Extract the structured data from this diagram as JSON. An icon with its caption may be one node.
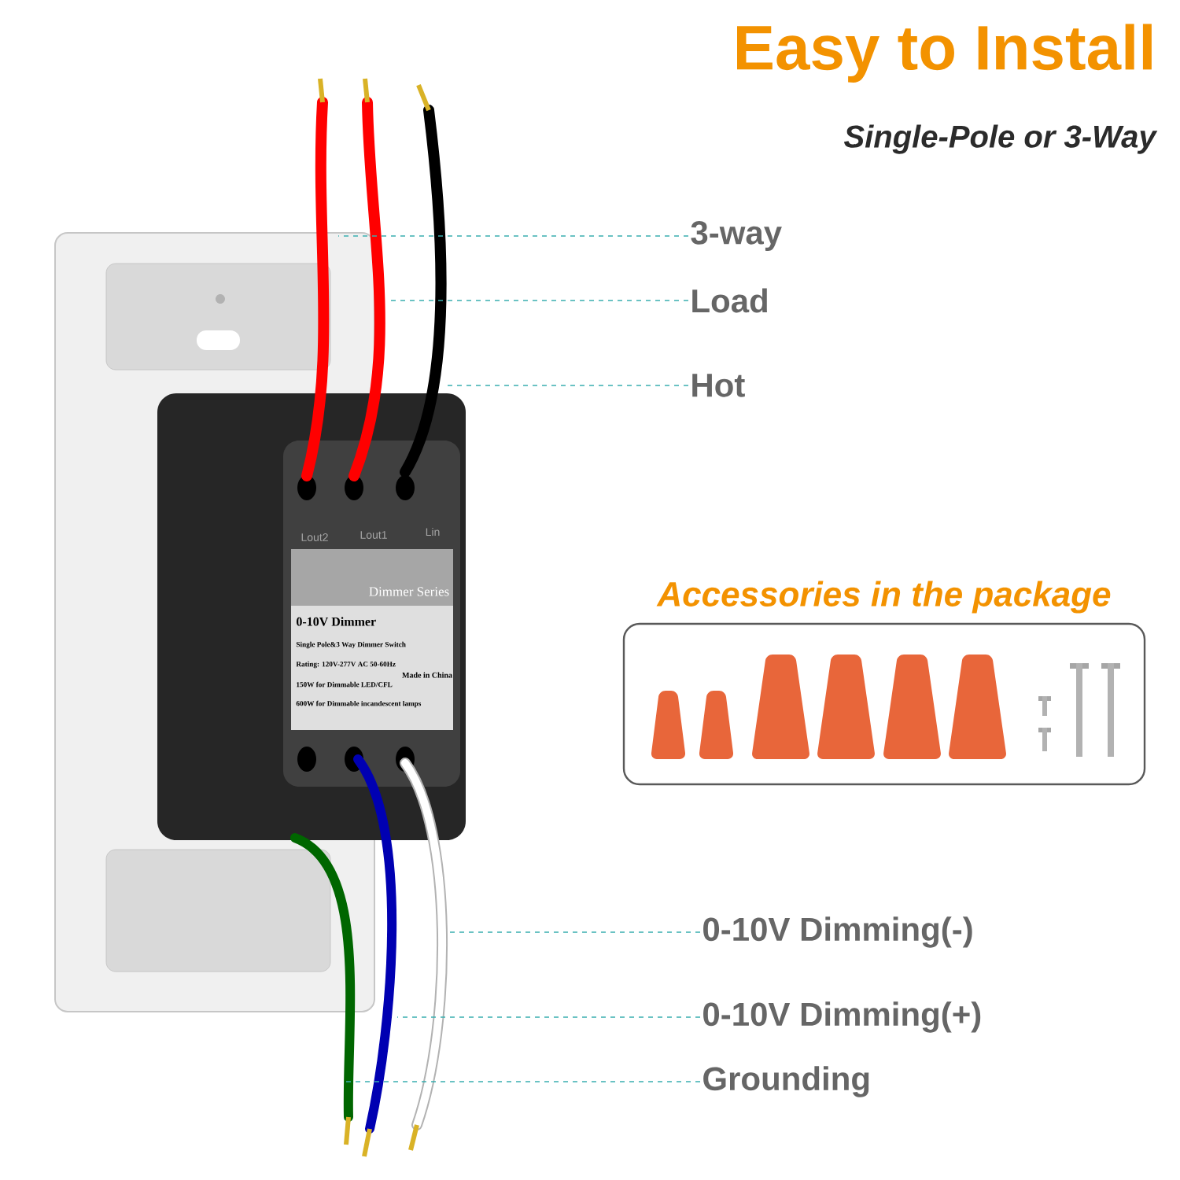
{
  "diagram": {
    "title": "Easy to Install",
    "nodes": [
      {
        "text": [
          "3-way"
        ]
      },
      {
        "text": [
          "Load"
        ]
      },
      {
        "text": [
          "Hot"
        ]
      },
      {
        "text": [
          "Accessories in the package"
        ]
      },
      {
        "text": [
          "0-10V Dimming(-)"
        ]
      },
      {
        "text": [
          "0-10V Dimming(+)"
        ]
      },
      {
        "text": [
          "Grounding"
        ]
      }
    ],
    "edges": [
      {
        "from": 0,
        "to": null,
        "arrow": "none"
      },
      {
        "from": 1,
        "to": null,
        "arrow": "none"
      },
      {
        "from": 2,
        "to": null,
        "arrow": "none"
      },
      {
        "from": 4,
        "to": null,
        "arrow": "none"
      },
      {
        "from": 5,
        "to": null,
        "arrow": "none"
      },
      {
        "from": 6,
        "to": null,
        "arrow": "none"
      }
    ],
    "labels": [
      "Single-Pole or 3-Way",
      "Lout2",
      "Lout1",
      "Lin",
      "Dimmer Series",
      "0-10V Dimmer",
      "Single Pole&3 Way Dimmer Switch",
      "Rating: 120V-277V AC 50-60Hz",
      "150W for Dimmable LED/CFL",
      "600W for Dimmable incandescent lamps",
      "Made in China"
    ]
  }
}
